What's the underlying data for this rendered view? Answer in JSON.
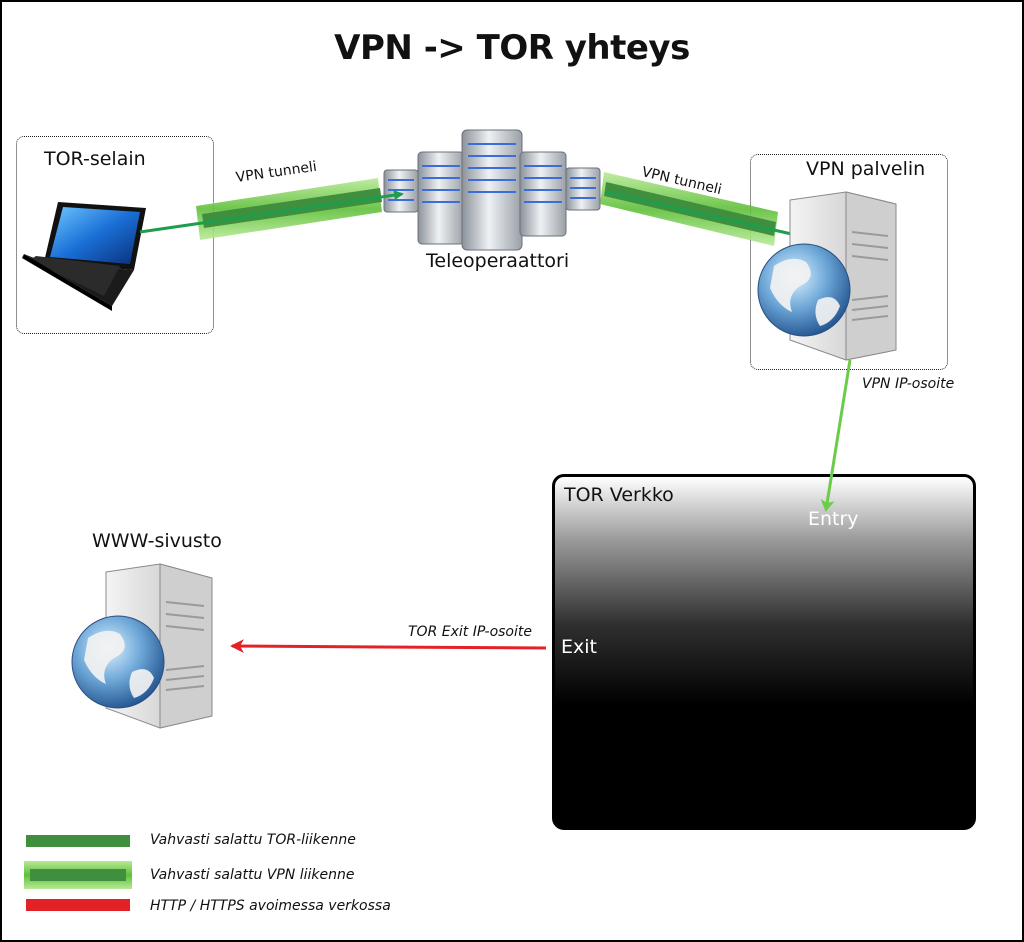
{
  "title": "VPN -> TOR yhteys",
  "nodes": {
    "tor_browser": "TOR-selain",
    "operator": "Teleoperaattori",
    "vpn_server": "VPN palvelin",
    "tor_network": "TOR Verkko",
    "entry": "Entry",
    "exit": "Exit",
    "website": "WWW-sivusto"
  },
  "edges": {
    "tunnel_left": "VPN tunneli",
    "tunnel_right": "VPN tunneli",
    "vpn_ip": "VPN IP-osoite",
    "exit_ip": "TOR Exit IP-osoite"
  },
  "legend": [
    {
      "label": "Vahvasti salattu TOR-liikenne",
      "color": "#3f8f3f"
    },
    {
      "label": "Vahvasti salattu VPN liikenne",
      "color": "#7ed957"
    },
    {
      "label": "HTTP / HTTPS avoimessa verkossa",
      "color": "#e32227"
    }
  ],
  "icons": {
    "laptop": "laptop-icon",
    "server_rack": "server-rack-icon",
    "globe_server": "globe-server-icon"
  }
}
